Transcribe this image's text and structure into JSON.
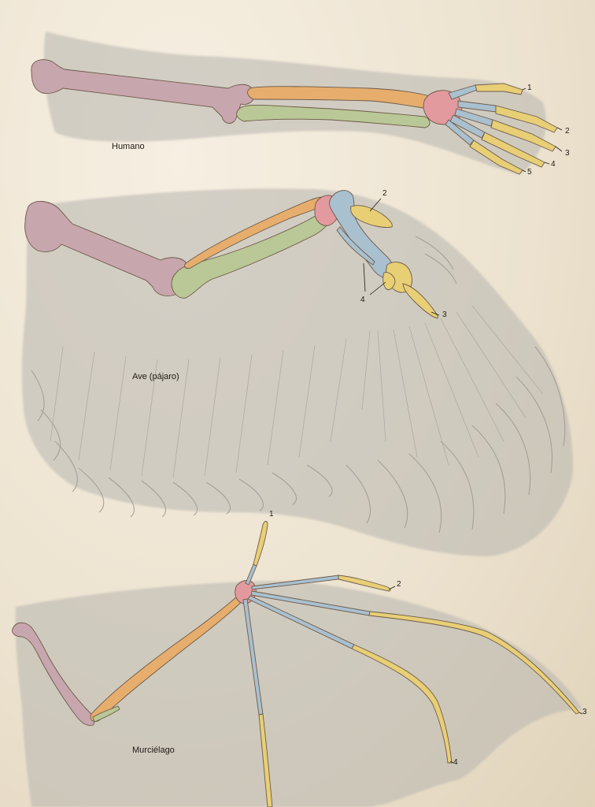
{
  "panels": {
    "human": {
      "label": "Humano",
      "digits": [
        "1",
        "2",
        "3",
        "4",
        "5"
      ]
    },
    "bird": {
      "label": "Ave (pájaro)",
      "digits": [
        "2",
        "4",
        "3"
      ]
    },
    "bat": {
      "label": "Murciélago",
      "digits": [
        "1",
        "2",
        "3",
        "4"
      ]
    }
  },
  "colors": {
    "humerus": "#c7a6ad",
    "radius": "#e6ad6c",
    "ulna": "#b9c896",
    "carpals": "#e39a9e",
    "metacarpals": "#a9c0cf",
    "phalanges": "#e8cf76",
    "outline": "#6d5a48",
    "silhouette": "#b8b6b0"
  }
}
